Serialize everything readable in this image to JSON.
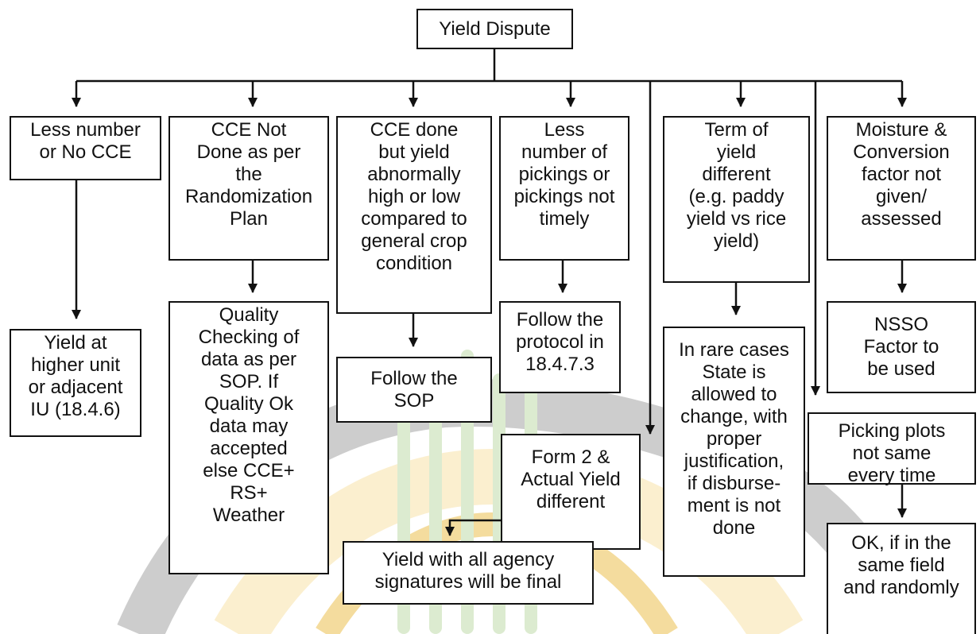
{
  "flowchart": {
    "root": "Yield Dispute",
    "boxes": {
      "less_cce": "Less number\nor No CCE",
      "yield_higher_unit": "Yield at\nhigher unit\nor adjacent\nIU (18.4.6)",
      "cce_not_random": "CCE Not\nDone as per\nthe\nRandomization\nPlan",
      "quality_checking": "Quality\nChecking of\ndata as per\nSOP. If\nQuality Ok\ndata may\naccepted\nelse CCE+\nRS+\nWeather",
      "cce_abnormal": "CCE done\nbut yield\nabnormally\nhigh or low\ncompared to\ngeneral crop\ncondition",
      "follow_sop": "Follow the\nSOP",
      "less_pickings": "Less\nnumber of\npickings or\npickings not\ntimely",
      "follow_protocol": "Follow the\nprotocol in\n18.4.7.3",
      "form2_actual": "Form 2 &\nActual Yield\ndifferent",
      "agency_signatures": "Yield with all agency\nsignatures will be final",
      "term_of_yield": "Term of\nyield\ndifferent\n(e.g. paddy\nyield vs rice\nyield)",
      "rare_cases": "In rare cases\nState is\nallowed to\nchange, with\nproper\njustification,\nif disburse-\nment is not\ndone",
      "moisture_factor": "Moisture &\nConversion\nfactor not\ngiven/\nassessed",
      "nsso_factor": "NSSO\nFactor to\nbe used",
      "picking_plots": "Picking plots\nnot same\nevery time",
      "ok_same_field": "OK, if in the\nsame field\nand randomly"
    }
  },
  "colors": {
    "line": "#111111",
    "box_border": "#111111",
    "watermark_grey": "#cdcdcd",
    "watermark_cream": "#fbefcf",
    "watermark_yellow": "#f4dc9e",
    "watermark_green": "#dcebd0"
  }
}
